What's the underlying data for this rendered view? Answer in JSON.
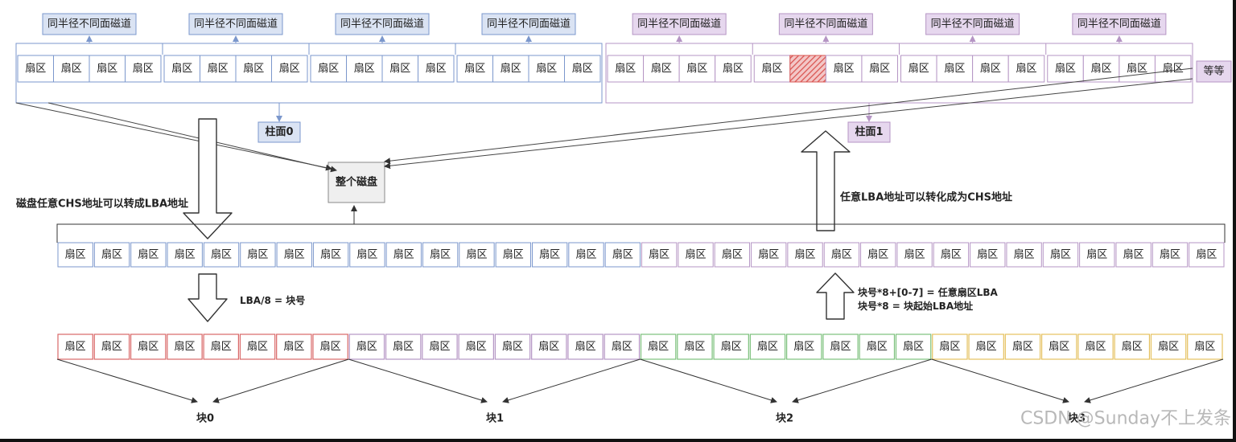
{
  "labels": {
    "track": "同半径不同面磁道",
    "sector": "扇区",
    "cylinder0": "柱面0",
    "cylinder1": "柱面1",
    "whole_disk": "整个磁盘",
    "etc": "等等",
    "chs_to_lba": "磁盘任意CHS地址可以转成LBA地址",
    "lba_to_chs": "任意LBA地址可以转化成为CHS地址",
    "lba_div": "LBA/8 = 块号",
    "block_formula_1": "块号*8+[0-7] = 任意扇区LBA",
    "block_formula_2": "块号*8 = 块起始LBA地址",
    "blocks": [
      "块0",
      "块1",
      "块2",
      "块3"
    ],
    "watermark": "CSDN @Sunday不上发条"
  },
  "colors": {
    "blue_stroke": "#7b97cc",
    "blue_fill": "#dae3f3",
    "purple_stroke": "#b595c4",
    "purple_fill": "#e6d7ee",
    "red_stroke": "#d96868",
    "green_stroke": "#7cc07c",
    "yellow_stroke": "#e5c15f",
    "hatched_sector": "#d9534f",
    "disk_box_fill": "#efefef"
  },
  "structure": {
    "tracks_per_cylinder": 4,
    "sectors_per_track": 4,
    "hatched_sector": {
      "cylinder": 1,
      "track": 1,
      "sector": 1
    },
    "lba_row_sectors": 32,
    "sectors_per_block": 8
  }
}
